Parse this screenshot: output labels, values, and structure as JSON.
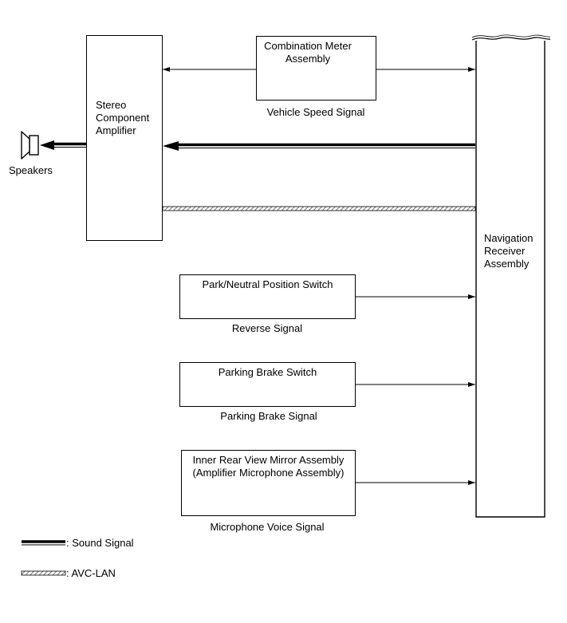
{
  "components": {
    "stereo_amplifier": "Stereo\nComponent\nAmplifier",
    "combination_meter": "Combination Meter\nAssembly",
    "navigation_receiver": "Navigation\nReceiver\nAssembly",
    "park_neutral_switch": "Park/Neutral Position Switch",
    "parking_brake_switch": "Parking Brake Switch",
    "inner_mirror": "Inner Rear View Mirror Assembly\n(Amplifier Microphone Assembly)",
    "speakers": "Speakers"
  },
  "signals": {
    "vehicle_speed": "Vehicle Speed Signal",
    "reverse": "Reverse Signal",
    "parking_brake": "Parking Brake Signal",
    "microphone_voice": "Microphone Voice Signal"
  },
  "legend": {
    "sound_signal": ": Sound Signal",
    "avc_lan": ": AVC-LAN"
  }
}
